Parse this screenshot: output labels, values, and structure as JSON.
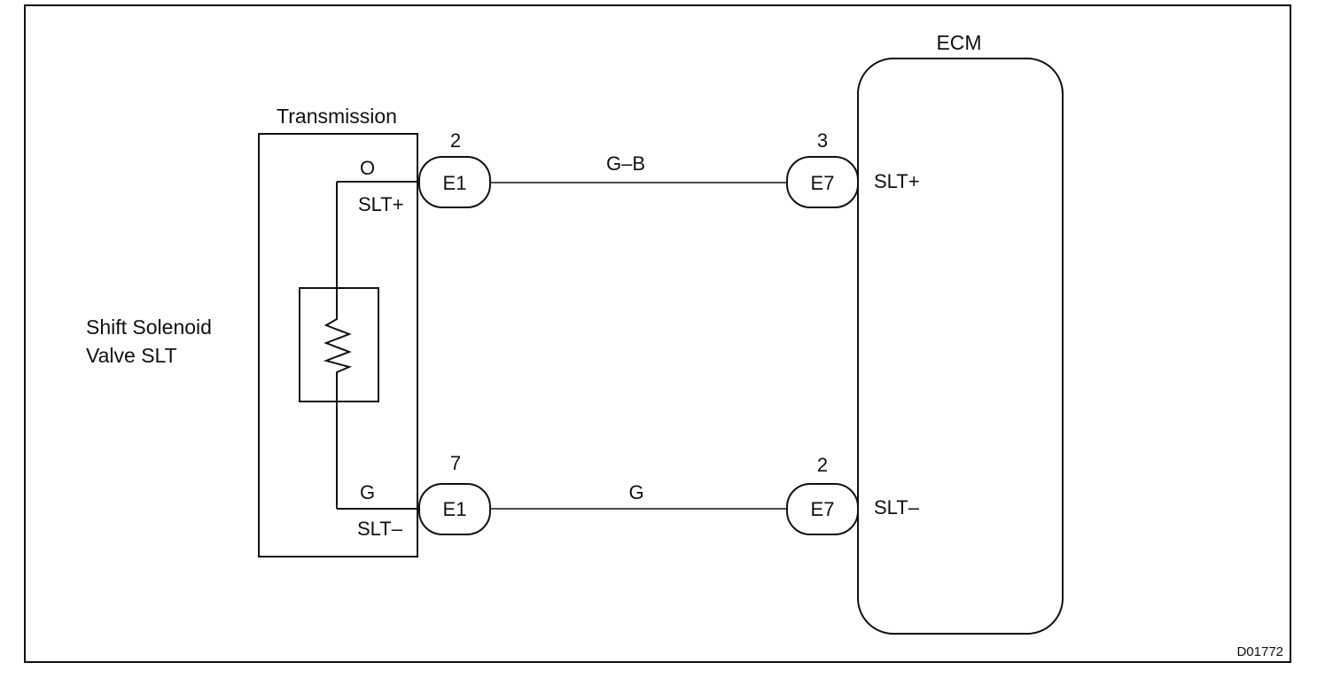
{
  "labels": {
    "transmission": "Transmission",
    "ecm": "ECM",
    "solenoid_line1": "Shift Solenoid",
    "solenoid_line2": "Valve SLT",
    "figure_id": "D01772"
  },
  "wires": {
    "upper": {
      "transmission_pin_color": "O",
      "transmission_terminal": "SLT+",
      "left_connector": {
        "name": "E1",
        "pin": "2"
      },
      "wire_color": "G–B",
      "right_connector": {
        "name": "E7",
        "pin": "3"
      },
      "ecm_terminal": "SLT+"
    },
    "lower": {
      "transmission_pin_color": "G",
      "transmission_terminal": "SLT–",
      "left_connector": {
        "name": "E1",
        "pin": "7"
      },
      "wire_color": "G",
      "right_connector": {
        "name": "E7",
        "pin": "2"
      },
      "ecm_terminal": "SLT–"
    }
  },
  "colors": {
    "line": "#111111",
    "background": "#ffffff"
  }
}
